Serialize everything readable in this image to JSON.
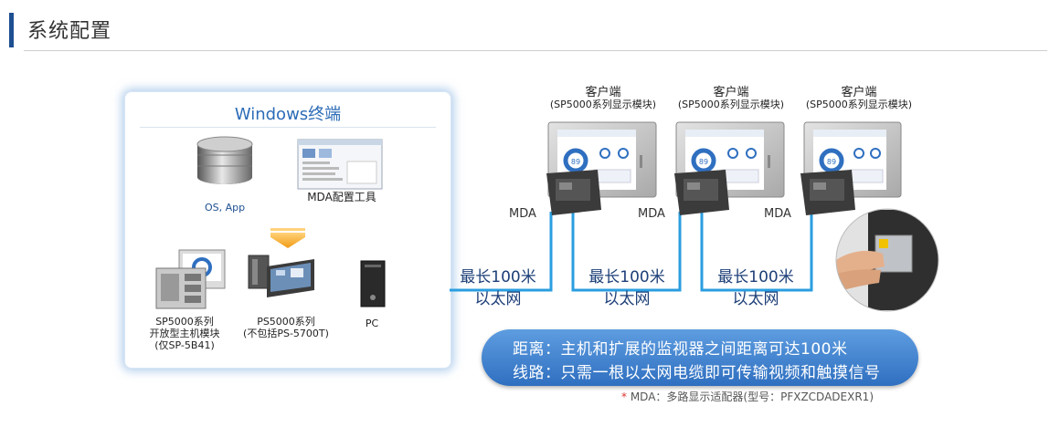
{
  "header": {
    "title": "系统配置"
  },
  "windows_panel": {
    "title": "Windows终端",
    "os_app_label": "OS, App",
    "tool_label": "MDA配置工具",
    "devices": [
      {
        "line1": "SP5000系列",
        "line2": "开放型主机模块",
        "line3": "(仅SP-5B41)"
      },
      {
        "line1": "PS5000系列",
        "line2": "(不包括PS-5700T)",
        "line3": ""
      },
      {
        "line1": "PC",
        "line2": "",
        "line3": ""
      }
    ]
  },
  "clients": [
    {
      "title": "客户端",
      "subtitle": "(SP5000系列显示模块)",
      "mda": "MDA",
      "gauge": "89"
    },
    {
      "title": "客户端",
      "subtitle": "(SP5000系列显示模块)",
      "mda": "MDA",
      "gauge": "89"
    },
    {
      "title": "客户端",
      "subtitle": "(SP5000系列显示模块)",
      "mda": "MDA",
      "gauge": "89"
    }
  ],
  "links": [
    {
      "length": "最长100米",
      "type": "以太网"
    },
    {
      "length": "最长100米",
      "type": "以太网"
    },
    {
      "length": "最长100米",
      "type": "以太网"
    }
  ],
  "note": {
    "line1": "距离：主机和扩展的监视器之间距离可达100米",
    "line2": "线路：只需一根以太网电缆即可传输视频和触摸信号"
  },
  "footnote": {
    "star": "*",
    "text": "MDA：多路显示适配器(型号：PFXZCDADEXR1)"
  },
  "colors": {
    "accent": "#1d4f91",
    "cable": "#2a9ee0",
    "pill": "#3f82d0",
    "arrow": "#f5a623"
  }
}
